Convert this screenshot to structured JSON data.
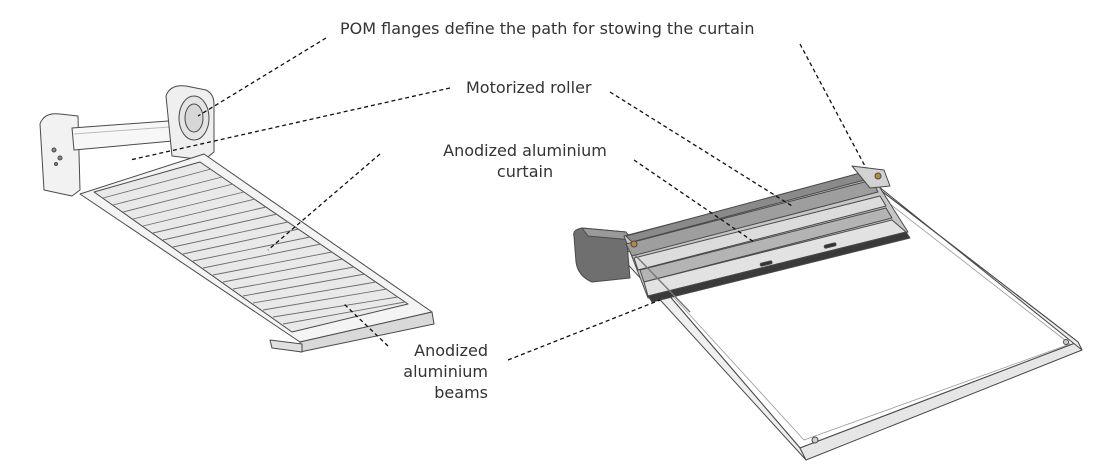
{
  "labels": {
    "flanges": "POM flanges define the path for stowing the curtain",
    "roller": "Motorized roller",
    "curtain_line1": "Anodized aluminium",
    "curtain_line2": "curtain",
    "beams_line1": "Anodized",
    "beams_line2": "aluminium",
    "beams_line3": "beams"
  },
  "colors": {
    "text": "#333333",
    "leader_line": "#111111",
    "outline": "#4a4a4a",
    "slat_light": "#e6e6e6",
    "slat_mid": "#bdbdbd",
    "slat_dark": "#8c8c8c"
  }
}
